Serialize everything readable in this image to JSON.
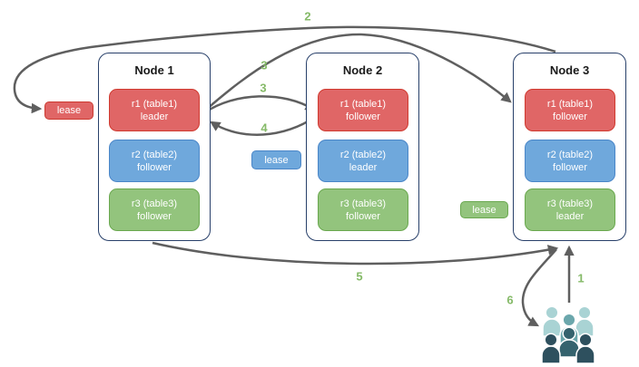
{
  "nodes": [
    {
      "title": "Node 1",
      "replicas": [
        {
          "name": "r1 (table1)",
          "role": "leader"
        },
        {
          "name": "r2 (table2)",
          "role": "follower"
        },
        {
          "name": "r3 (table3)",
          "role": "follower"
        }
      ]
    },
    {
      "title": "Node 2",
      "replicas": [
        {
          "name": "r1 (table1)",
          "role": "follower"
        },
        {
          "name": "r2 (table2)",
          "role": "leader"
        },
        {
          "name": "r3 (table3)",
          "role": "follower"
        }
      ]
    },
    {
      "title": "Node 3",
      "replicas": [
        {
          "name": "r1 (table1)",
          "role": "follower"
        },
        {
          "name": "r2 (table2)",
          "role": "follower"
        },
        {
          "name": "r3 (table3)",
          "role": "leader"
        }
      ]
    }
  ],
  "leases": {
    "red": "lease",
    "blue": "lease",
    "green": "lease"
  },
  "steps": {
    "s1": "1",
    "s2": "2",
    "s3a": "3",
    "s3b": "3",
    "s4": "4",
    "s5": "5",
    "s6": "6"
  },
  "icons": {
    "users": "users-icon"
  },
  "colors": {
    "replica_red": "#e06666",
    "replica_blue": "#6fa8dc",
    "replica_green": "#93c47d",
    "node_border": "#28406a",
    "arrow": "#5f5f5f",
    "step_label_green": "#85ba68",
    "users_light_teal": "#a9d3d4",
    "users_mid_teal": "#6ba7ac",
    "users_dark_slate": "#2e505e"
  }
}
